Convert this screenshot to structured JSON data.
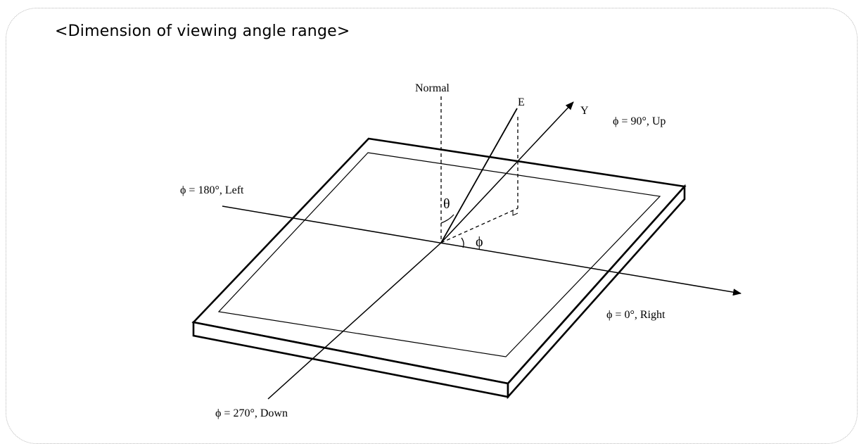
{
  "heading": "<Dimension of viewing angle range>",
  "labels": {
    "normal": "Normal",
    "e": "E",
    "y": "Y",
    "up": "ϕ = 90°, Up",
    "left": "ϕ = 180°, Left",
    "right": "ϕ = 0°, Right",
    "down": "ϕ = 270°, Down",
    "theta": "θ",
    "phi": "ϕ"
  }
}
